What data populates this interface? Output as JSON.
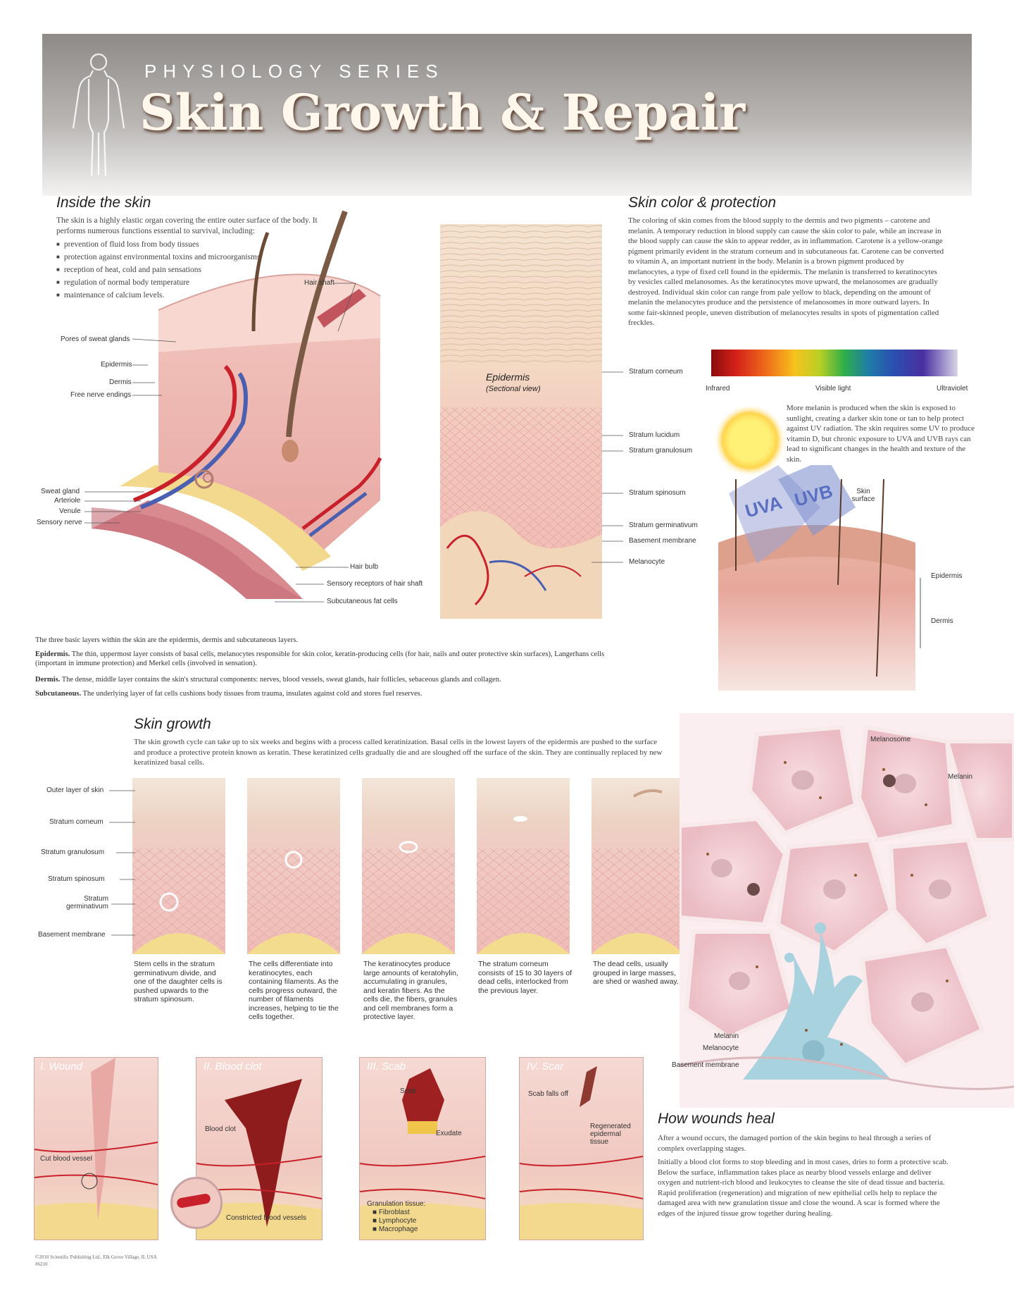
{
  "header": {
    "series": "PHYSIOLOGY SERIES",
    "title": "Skin Growth & Repair"
  },
  "inside_skin": {
    "heading": "Inside the skin",
    "intro": "The skin is a highly elastic organ covering the entire outer surface of the body. It performs numerous functions essential to survival, including:",
    "bullets": [
      "prevention of fluid loss from body tissues",
      "protection against environmental toxins and microorganisms",
      "reception of heat, cold and pain sensations",
      "regulation of normal body temperature",
      "maintenance of calcium levels."
    ],
    "labels": {
      "hair_shaft": "Hair shaft",
      "pores": "Pores of sweat glands",
      "epidermis": "Epidermis",
      "dermis": "Dermis",
      "nerve_endings": "Free nerve endings",
      "sweat_gland": "Sweat gland",
      "arteriole": "Arteriole",
      "venule": "Venule",
      "sensory_nerve": "Sensory nerve",
      "hair_bulb": "Hair bulb",
      "sensory_receptors": "Sensory receptors of hair shaft",
      "subcutaneous_fat": "Subcutaneous fat cells"
    },
    "section": {
      "title": "Epidermis",
      "subtitle": "(Sectional view)",
      "labels": [
        "Stratum corneum",
        "Stratum lucidum",
        "Stratum granulosum",
        "Stratum spinosum",
        "Stratum germinativum",
        "Basement membrane",
        "Melanocyte"
      ]
    },
    "layers_text": {
      "intro": "The three basic layers within the skin are the epidermis, dermis and subcutaneous layers.",
      "epidermis_term": "Epidermis.",
      "epidermis": "The thin, uppermost layer consists of basal cells, melanocytes responsible for skin color, keratin-producing cells (for hair, nails and outer protective skin surfaces), Langerhans cells (important in immune protection) and Merkel cells (involved in sensation).",
      "dermis_term": "Dermis.",
      "dermis": "The dense, middle layer contains the skin's structural components: nerves, blood vessels, sweat glands, hair follicles, sebaceous glands and collagen.",
      "subcutaneous_term": "Subcutaneous.",
      "subcutaneous": "The underlying layer of fat cells cushions body tissues from trauma, insulates against cold and stores fuel reserves."
    }
  },
  "skin_color": {
    "heading": "Skin color & protection",
    "paragraph": "The coloring of skin comes from the blood supply to the dermis and two pigments – carotene and melanin. A temporary reduction in blood supply can cause the skin color to pale, while an increase in the blood supply can cause the skin to appear redder, as in inflammation. Carotene is a yellow-orange pigment primarily evident in the stratum corneum and in subcutaneous fat. Carotene can be converted to vitamin A, an important nutrient in the body. Melanin is a brown pigment produced by melanocytes, a type of fixed cell found in the epidermis. The melanin is transferred to keratinocytes by vesicles called melanosomes. As the keratinocytes move upward, the melanosomes are gradually destroyed. Individual skin color can range from pale yellow to black, depending on the amount of melanin the melanocytes produce and the persistence of melanosomes in more outward layers. In some fair-skinned people, uneven distribution of melanocytes results in spots of pigmentation called freckles.",
    "spectrum_labels": [
      "Infrared",
      "Visible light",
      "Ultraviolet"
    ],
    "sun_text": "More melanin is produced when the skin is exposed to sunlight, creating a darker skin tone or tan to help protect against UV radiation. The skin requires some UV to produce vitamin D, but chronic exposure to UVA and UVB rays can lead to significant changes in the health and texture of the skin.",
    "uva": "UVA",
    "uvb": "UVB",
    "skin_surface": "Skin surface",
    "epidermis": "Epidermis",
    "dermis": "Dermis"
  },
  "skin_growth": {
    "heading": "Skin growth",
    "paragraph": "The skin growth cycle can take up to six weeks and begins with a process called keratinization. Basal cells in the lowest layers of the epidermis are pushed to the surface and produce a protective protein known as keratin. These keratinized cells gradually die and are sloughed off the surface of the skin. They are continually replaced by new keratinized basal cells.",
    "layer_labels": [
      "Outer layer of skin",
      "Stratum corneum",
      "Stratum granulosum",
      "Stratum spinosum",
      "Stratum germinativum",
      "Basement membrane"
    ],
    "stages": [
      "Stem cells in the stratum germinativum divide, and one of the daughter cells is pushed upwards to the stratum spinosum.",
      "The cells differentiate into keratinocytes, each containing filaments. As the cells progress outward, the number of filaments increases, helping to tie the cells together.",
      "The keratinocytes produce large amounts of keratohylin, accumulating in granules, and keratin fibers. As the cells die, the fibers, granules and cell membranes form a protective layer.",
      "The stratum corneum consists of 15 to 30 layers of dead cells, interlocked from the previous layer.",
      "The dead cells, usually grouped in large masses, are shed or washed away."
    ],
    "cell_labels": {
      "melanosome": "Melanosome",
      "melanin_top": "Melanin",
      "melanin": "Melanin",
      "melanocyte": "Melanocyte",
      "basement": "Basement membrane"
    }
  },
  "wounds": {
    "panels": [
      {
        "title": "I. Wound",
        "labels": [
          "Cut blood vessel"
        ]
      },
      {
        "title": "II. Blood clot",
        "labels": [
          "Blood clot",
          "Constricted blood vessels"
        ]
      },
      {
        "title": "III. Scab",
        "labels": [
          "Scab",
          "Exudate",
          "Granulation tissue:",
          "Fibroblast",
          "Lymphocyte",
          "Macrophage"
        ]
      },
      {
        "title": "IV. Scar",
        "labels": [
          "Scab falls off",
          "Regenerated epidermal tissue"
        ]
      }
    ],
    "heading": "How wounds heal",
    "para1": "After a wound occurs, the damaged portion of the skin begins to heal through a series of complex overlapping stages.",
    "para2": "Initially a blood clot forms to stop bleeding and in most cases, dries to form a protective scab. Below the surface, inflammation takes place as nearby blood vessels enlarge and deliver oxygen and nutrient-rich blood and leukocytes to cleanse the site of dead tissue and bacteria. Rapid proliferation (regeneration) and migration of new epithelial cells help to replace the damaged area with new granulation tissue and close the wound. A scar is formed where the edges of the injured tissue grow together during healing."
  },
  "footer": {
    "copyright": "©2010 Scientific Publishing Ltd., Elk Grove Village, IL USA",
    "code": "#6210"
  }
}
